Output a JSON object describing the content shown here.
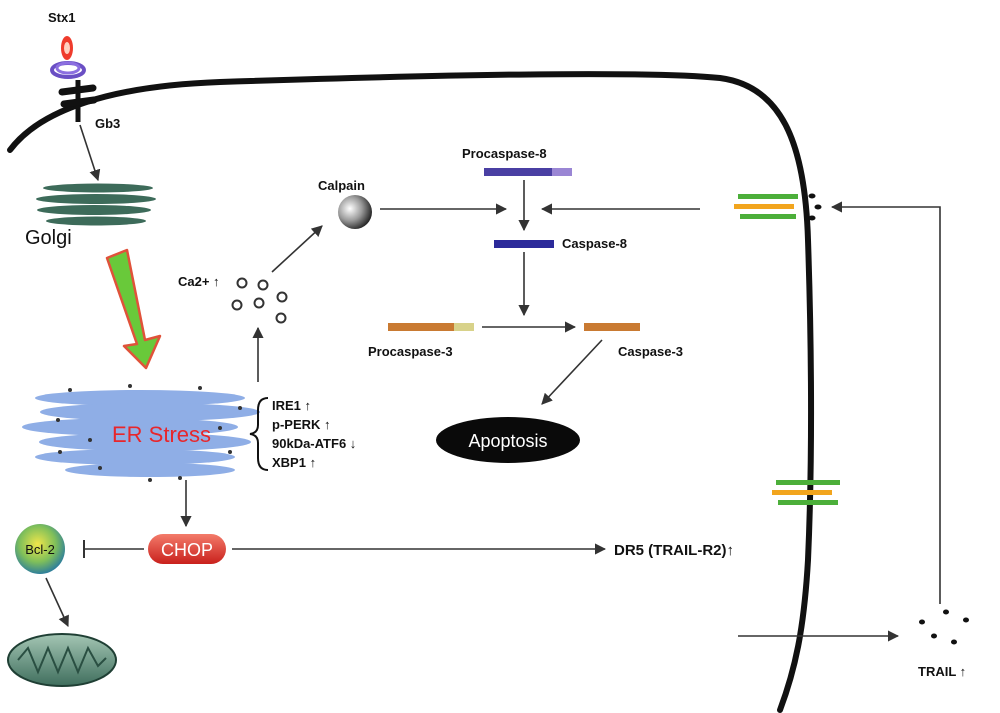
{
  "labels": {
    "stx1": "Stx1",
    "gb3": "Gb3",
    "golgi": "Golgi",
    "ca2": "Ca2+ ↑",
    "calpain": "Calpain",
    "procaspase8": "Procaspase-8",
    "caspase8": "Caspase-8",
    "procaspase3": "Procaspase-3",
    "caspase3": "Caspase-3",
    "apoptosis": "Apoptosis",
    "er_stress": "ER Stress",
    "er_markers": [
      "IRE1 ↑",
      "p-PERK ↑",
      "90kDa-ATF6 ↓",
      "XBP1 ↑"
    ],
    "bcl2": "Bcl-2",
    "chop": "CHOP",
    "dr5": "DR5 (TRAIL-R2)↑",
    "trail": "TRAIL ↑"
  },
  "colors": {
    "membrane": "#111111",
    "golgi": "#3d6b5a",
    "er": "#8faee6",
    "er_text": "#e8262b",
    "procaspase8": "#4a3fa3",
    "procaspase8_prodomain": "#9a86d4",
    "caspase3": "#c97a32",
    "procaspase3_prodomain": "#d8d28a",
    "receptor_green": "#4caf3a",
    "receptor_orange": "#f2a51e",
    "chop": "#e0332a",
    "big_arrow_green": "#69c93a",
    "big_arrow_border": "#e0523a"
  }
}
